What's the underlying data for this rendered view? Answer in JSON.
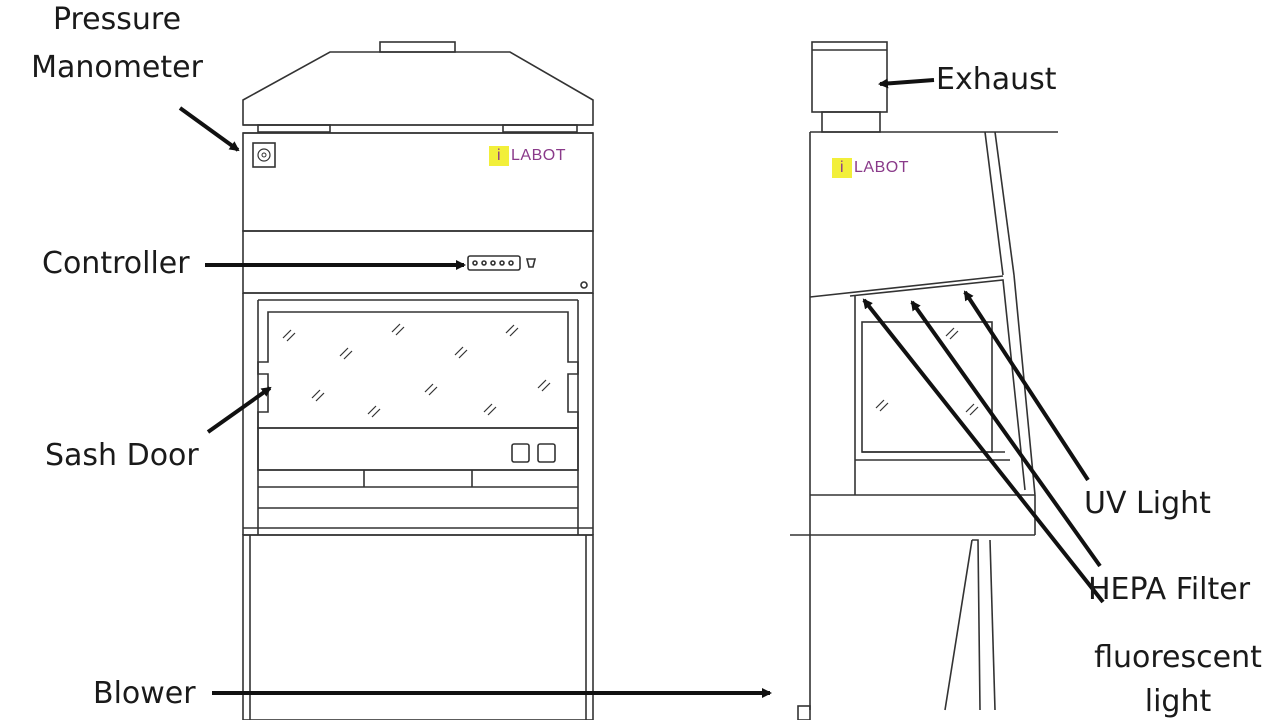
{
  "labels": {
    "pressure_line1": "Pressure",
    "pressure_line2": "Manometer",
    "controller": "Controller",
    "sash_door": "Sash Door",
    "blower": "Blower",
    "exhaust": "Exhaust",
    "uv_light": "UV Light",
    "hepa_filter": "HEPA Filter",
    "fluorescent_line1": "fluorescent",
    "fluorescent_line2": "light"
  },
  "brand": {
    "mark": "i",
    "name": "LABOT"
  },
  "colors": {
    "line": "#222222",
    "text": "#1a1a1a",
    "brand_text": "#8a3a8a",
    "brand_highlight": "#f2ef3a"
  }
}
